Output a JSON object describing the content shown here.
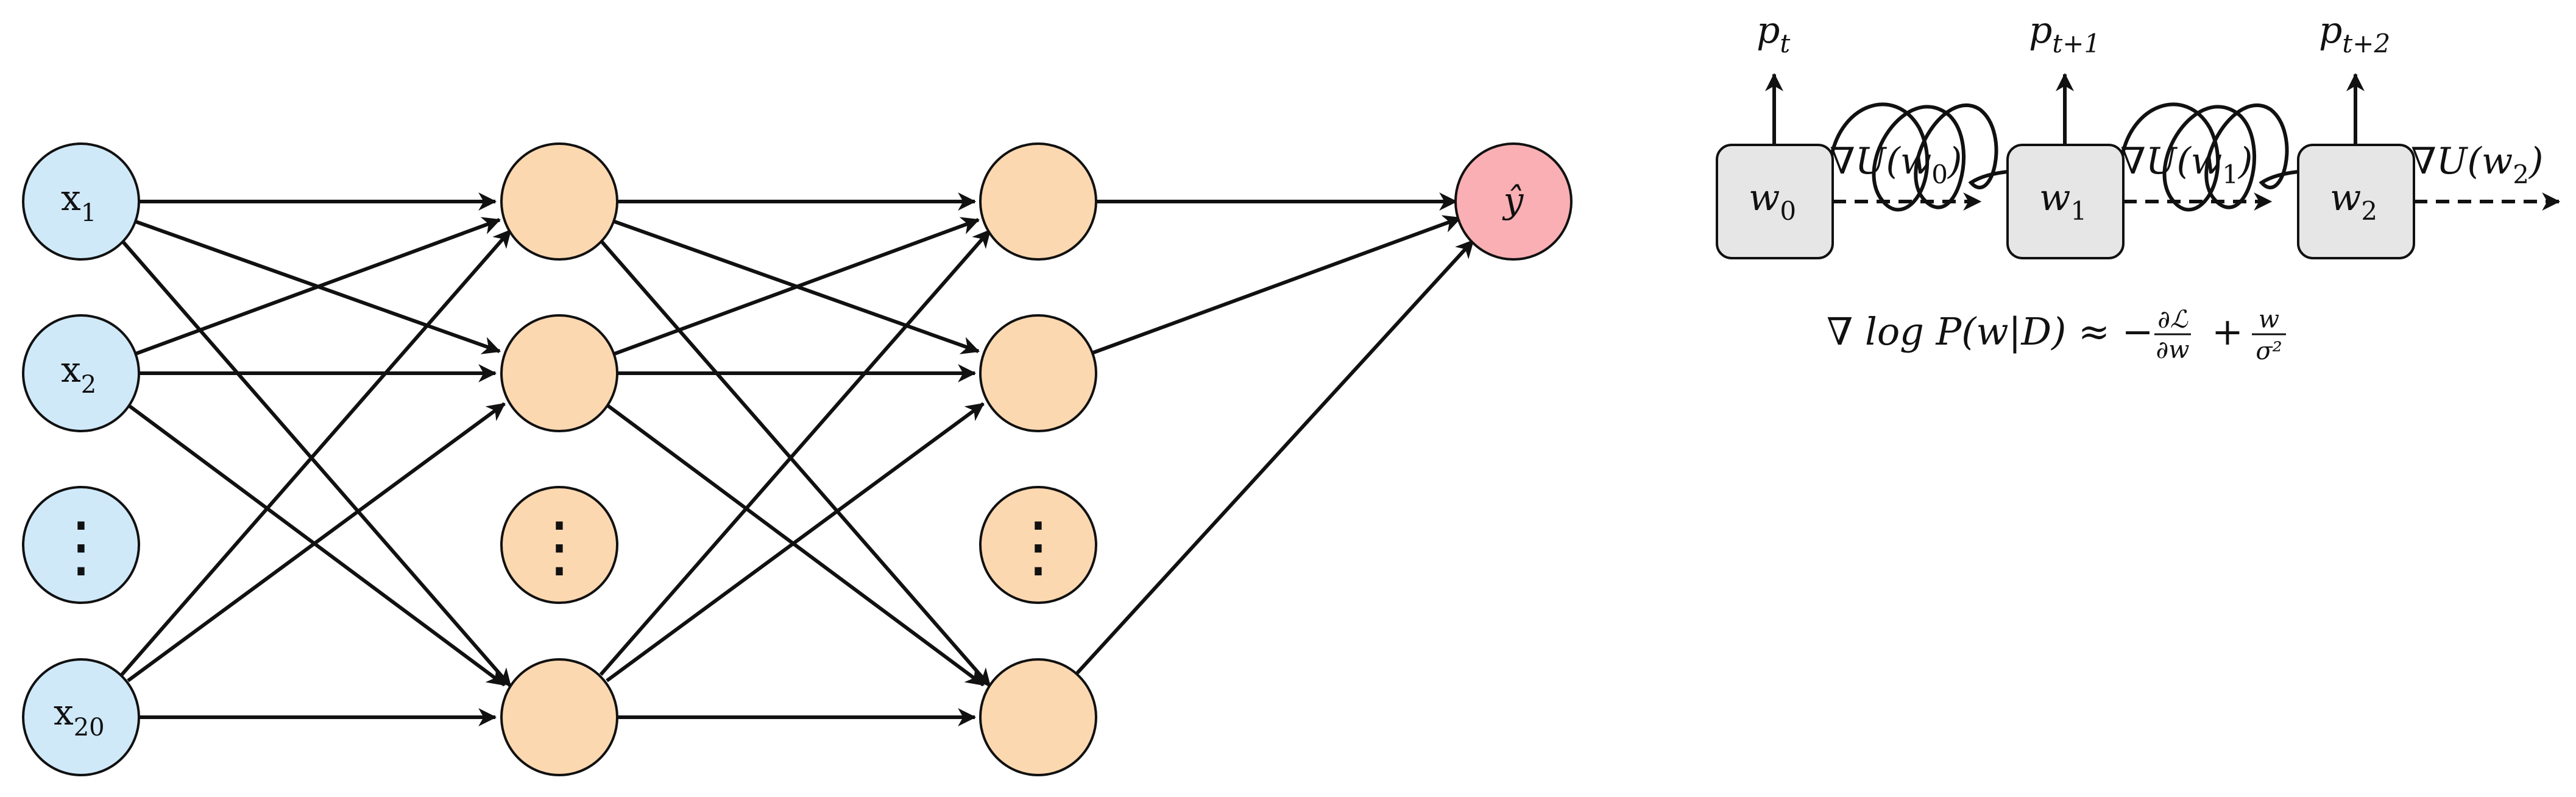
{
  "network": {
    "input_labels": [
      "x",
      "x",
      "",
      "x"
    ],
    "input_subscripts": [
      "1",
      "2",
      "",
      "20"
    ],
    "hidden_dots": "⋮",
    "output_label": "ŷ",
    "colors": {
      "input_fill": "#cfe9f9",
      "hidden_fill": "#fcd8b0",
      "output_fill": "#f9afb3",
      "stroke": "#111111"
    }
  },
  "sampler": {
    "states": [
      {
        "base": "w",
        "sub": "0"
      },
      {
        "base": "w",
        "sub": "1"
      },
      {
        "base": "w",
        "sub": "2"
      }
    ],
    "momenta": [
      {
        "base": "p",
        "sub": "t"
      },
      {
        "base": "p",
        "sub": "t+1"
      },
      {
        "base": "p",
        "sub": "t+2"
      }
    ],
    "gradients": [
      {
        "prefix": "∇U(",
        "base": "w",
        "sub": "0",
        "suffix": ")"
      },
      {
        "prefix": "∇U(",
        "base": "w",
        "sub": "1",
        "suffix": ")"
      },
      {
        "prefix": "∇U(",
        "base": "w",
        "sub": "2",
        "suffix": ")"
      }
    ],
    "box_fill": "#e6e6e6",
    "equation": {
      "lhs": "∇ log P(w|D) ≈ −",
      "frac1_num": "∂ℒ",
      "frac1_den": "∂w",
      "plus": "+",
      "frac2_num": "w",
      "frac2_den": "σ²"
    }
  }
}
